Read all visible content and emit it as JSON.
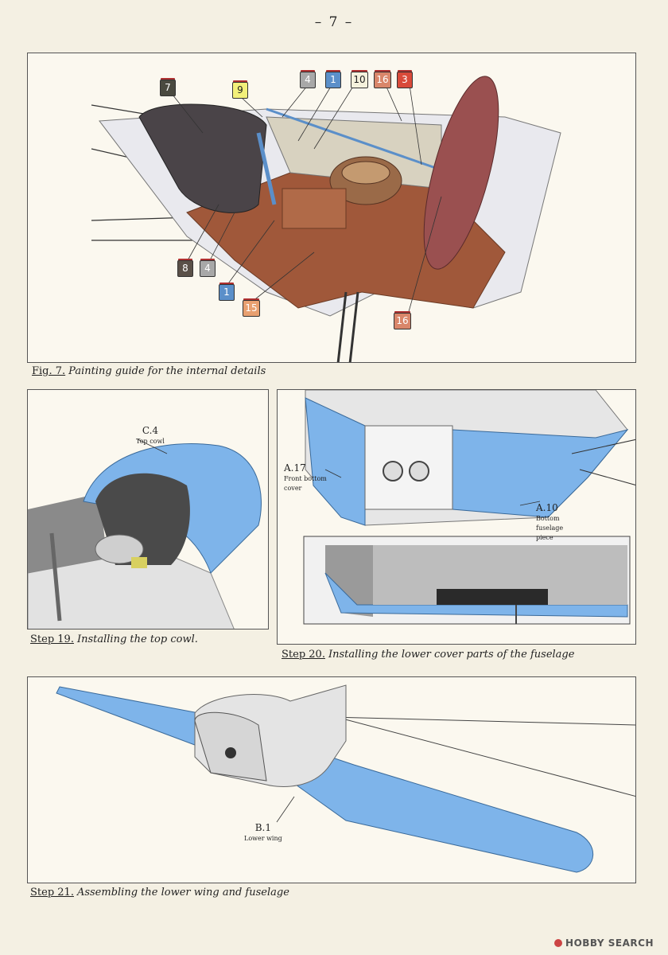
{
  "page": {
    "number": "– 7 –"
  },
  "fig7": {
    "caption_ref": "Fig. 7.",
    "caption_text": "Painting guide for the internal details",
    "badges": [
      {
        "num": "7",
        "color": "#4a4a40"
      },
      {
        "num": "9",
        "color": "#f2f07a"
      },
      {
        "num": "4",
        "color": "#a8a8a8"
      },
      {
        "num": "1",
        "color": "#5b8fc9"
      },
      {
        "num": "10",
        "color": "#f4f1dc"
      },
      {
        "num": "16",
        "color": "#d9866a"
      },
      {
        "num": "3",
        "color": "#d94a3a"
      },
      {
        "num": "8",
        "color": "#5a5048"
      },
      {
        "num": "4",
        "color": "#a8a8a8"
      },
      {
        "num": "1",
        "color": "#5b8fc9"
      },
      {
        "num": "15",
        "color": "#e8a070"
      },
      {
        "num": "16",
        "color": "#d9866a"
      }
    ]
  },
  "step19": {
    "caption_ref": "Step 19.",
    "caption_text": "Installing the top cowl.",
    "part": {
      "code": "C.4",
      "name": "Top cowl"
    }
  },
  "step20": {
    "caption_ref": "Step 20.",
    "caption_text": "Installing the lower cover parts of the fuselage",
    "part_a": {
      "code": "A.17",
      "name_line1": "Front bottom",
      "name_line2": "cover"
    },
    "part_b": {
      "code": "A.10",
      "name_line1": "Bottom",
      "name_line2": "fuselage",
      "name_line3": "piece"
    }
  },
  "step21": {
    "caption_ref": "Step 21.",
    "caption_text": "Assembling the lower wing and fuselage",
    "part": {
      "code": "B.1",
      "name": "Lower wing"
    }
  },
  "watermark": {
    "text": "HOBBY SEARCH"
  },
  "colors": {
    "highlight_blue": "#7eb4ea",
    "wood": "#a0583a",
    "seat": "#4a4448",
    "fuselage": "#e4e4e4"
  }
}
